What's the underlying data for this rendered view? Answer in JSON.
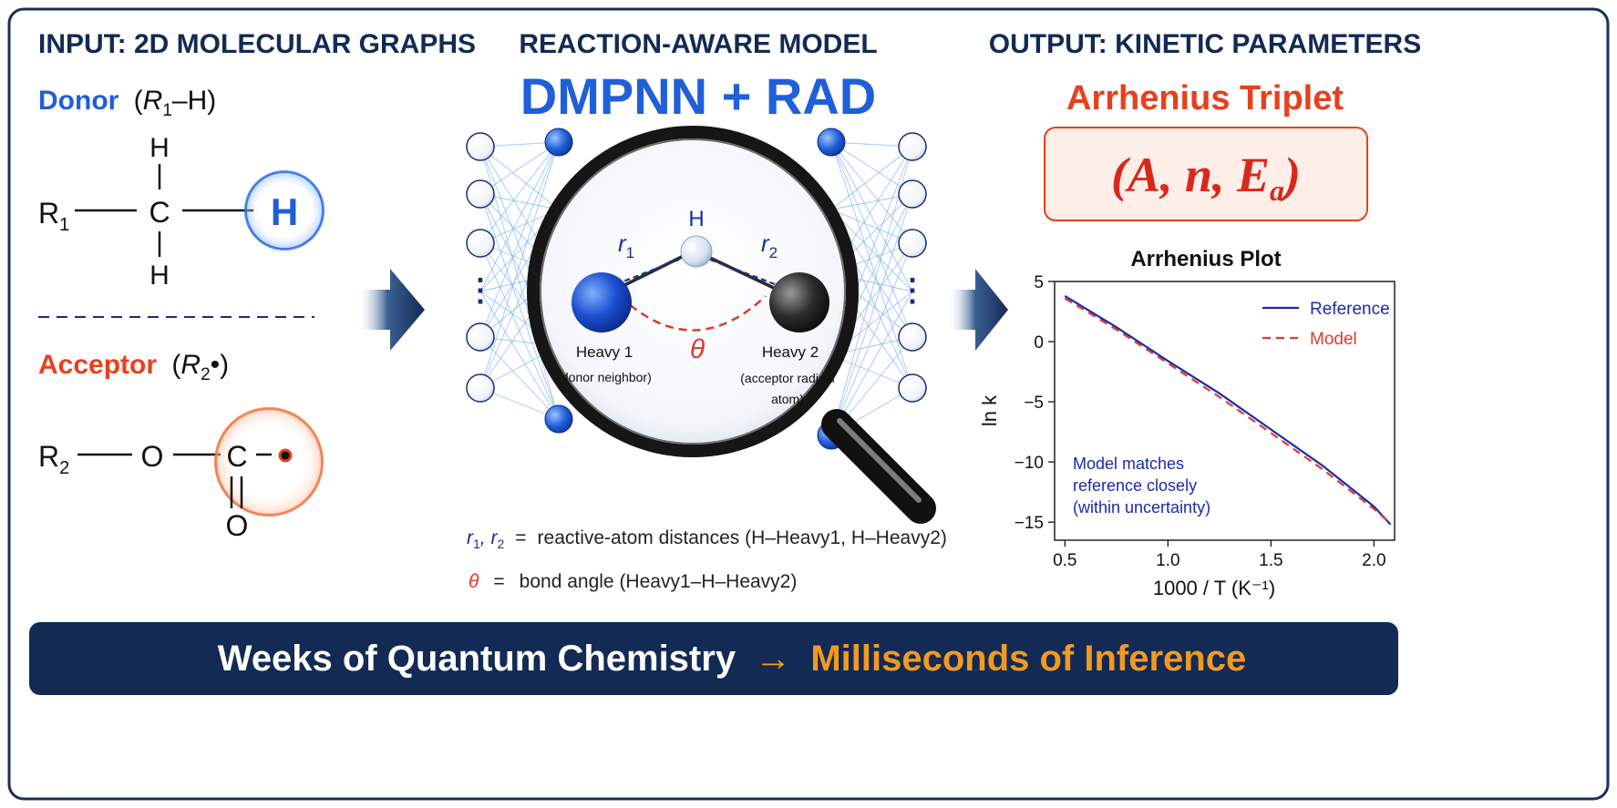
{
  "input": {
    "header": "INPUT: 2D MOLECULAR GRAPHS",
    "donor": {
      "label": "Donor",
      "formula_open": "(",
      "formula_r": "R",
      "formula_sub": "1",
      "formula_close": "–H)"
    },
    "donor_atoms": {
      "r": "R",
      "r_sub": "1",
      "c": "C",
      "h_top": "H",
      "h_bottom": "H",
      "h_reactive": "H"
    },
    "acceptor": {
      "label": "Acceptor",
      "formula_open": "(",
      "formula_r": "R",
      "formula_sub": "2",
      "formula_close": "•)"
    },
    "acceptor_atoms": {
      "r": "R",
      "r_sub": "2",
      "o": "O",
      "c": "C",
      "o_bottom": "O"
    }
  },
  "model": {
    "header": "REACTION-AWARE MODEL",
    "title": "DMPNN + RAD",
    "lens": {
      "h": "H",
      "r1": "r",
      "r1_sub": "1",
      "r2": "r",
      "r2_sub": "2",
      "theta": "θ",
      "heavy1": "Heavy 1",
      "heavy1_note": "(donor neighbor)",
      "heavy2": "Heavy 2",
      "heavy2_note_1": "(acceptor radical",
      "heavy2_note_2": "atom)"
    },
    "dots": "⋮",
    "legend1": {
      "sym": "r",
      "sub1": "1",
      "mid": ", r",
      "sub2": "2",
      "eq": "=",
      "text": "reactive-atom distances (H–Heavy1, H–Heavy2)"
    },
    "legend2": {
      "sym": "θ",
      "eq": "=",
      "text": "bond angle (Heavy1–H–Heavy2)"
    }
  },
  "output": {
    "header": "OUTPUT: KINETIC PARAMETERS",
    "triplet_title": "Arrhenius Triplet",
    "triplet": {
      "open": "(A, n, E",
      "sub": "a",
      "close": ")"
    }
  },
  "chart_data": {
    "type": "line",
    "title": "Arrhenius Plot",
    "xlabel": "1000 / T (K⁻¹)",
    "ylabel": "ln k",
    "xlim": [
      0.45,
      2.1
    ],
    "ylim": [
      -16.5,
      5
    ],
    "xticks": [
      0.5,
      1.0,
      1.5,
      2.0
    ],
    "xtick_labels": [
      "0.5",
      "1.0",
      "1.5",
      "2.0"
    ],
    "yticks": [
      5,
      0,
      -5,
      -10,
      -15
    ],
    "ytick_labels": [
      "5",
      "0",
      "−5",
      "−10",
      "−15"
    ],
    "grid": false,
    "legend_position": "top-right",
    "series": [
      {
        "name": "Reference",
        "color": "#1c2aa8",
        "style": "solid",
        "x": [
          0.5,
          0.75,
          1.0,
          1.25,
          1.5,
          1.75,
          2.0,
          2.08
        ],
        "y": [
          3.8,
          1.2,
          -1.6,
          -4.3,
          -7.3,
          -10.3,
          -13.7,
          -15.2
        ]
      },
      {
        "name": "Model",
        "color": "#e03a2a",
        "style": "dashed",
        "x": [
          0.5,
          0.75,
          1.0,
          1.25,
          1.5,
          1.75,
          2.0,
          2.08
        ],
        "y": [
          3.6,
          1.0,
          -1.8,
          -4.6,
          -7.6,
          -10.6,
          -13.9,
          -15.1
        ]
      }
    ],
    "annotation": [
      "Model matches",
      "reference closely",
      "(within uncertainty)"
    ]
  },
  "banner": {
    "left": "Weeks of Quantum Chemistry",
    "arrow": "→",
    "right": "Milliseconds of Inference"
  },
  "colors": {
    "navy": "#132a55",
    "blue": "#1f5fd8",
    "red": "#e8401c",
    "orange": "#f29a1f",
    "accent_box": "#fdeee8"
  }
}
